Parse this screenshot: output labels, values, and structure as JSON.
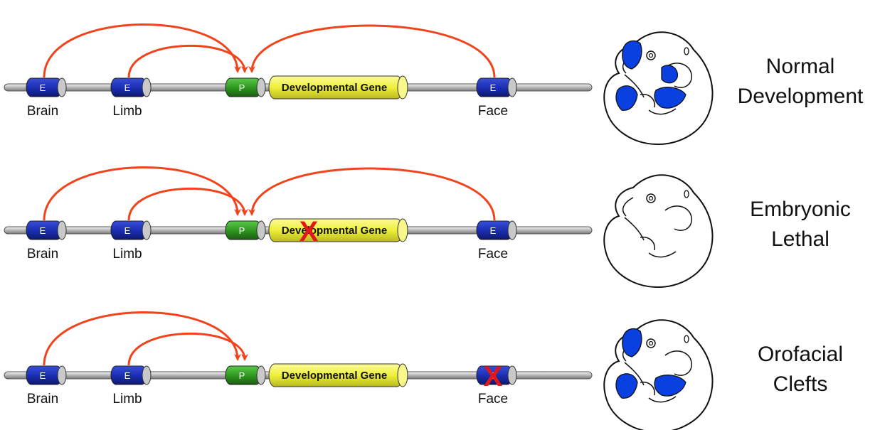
{
  "colors": {
    "enhancer": "#1c2fb4",
    "promoter": "#2f9a1f",
    "gene": "#eef03a",
    "arrow": "#f1441c",
    "dna": "#c9c9c9",
    "knockout": "#e3171b",
    "expression": "#0a3fe0"
  },
  "rows": [
    {
      "enhancers": [
        {
          "letter": "E",
          "site": "Brain",
          "knocked_out": false,
          "active": true
        },
        {
          "letter": "E",
          "site": "Limb",
          "knocked_out": false,
          "active": true
        },
        {
          "letter": "E",
          "site": "Face",
          "knocked_out": false,
          "active": true
        }
      ],
      "promoter": {
        "letter": "P"
      },
      "gene": {
        "label": "Developmental Gene",
        "knocked_out": false
      },
      "outcome": {
        "lines": [
          "Normal",
          "Development"
        ]
      },
      "embryo": {
        "expression": [
          "brain",
          "face",
          "limb"
        ]
      }
    },
    {
      "enhancers": [
        {
          "letter": "E",
          "site": "Brain",
          "knocked_out": false,
          "active": true
        },
        {
          "letter": "E",
          "site": "Limb",
          "knocked_out": false,
          "active": true
        },
        {
          "letter": "E",
          "site": "Face",
          "knocked_out": false,
          "active": true
        }
      ],
      "promoter": {
        "letter": "P"
      },
      "gene": {
        "label": "Developmental Gene",
        "knocked_out": true
      },
      "outcome": {
        "lines": [
          "Embryonic",
          "Lethal"
        ]
      },
      "embryo": {
        "expression": []
      }
    },
    {
      "enhancers": [
        {
          "letter": "E",
          "site": "Brain",
          "knocked_out": false,
          "active": true
        },
        {
          "letter": "E",
          "site": "Limb",
          "knocked_out": false,
          "active": true
        },
        {
          "letter": "E",
          "site": "Face",
          "knocked_out": true,
          "active": false
        }
      ],
      "promoter": {
        "letter": "P"
      },
      "gene": {
        "label": "Developmental Gene",
        "knocked_out": false
      },
      "outcome": {
        "lines": [
          "Orofacial",
          "Clefts"
        ]
      },
      "embryo": {
        "expression": [
          "brain",
          "limb"
        ]
      }
    }
  ]
}
